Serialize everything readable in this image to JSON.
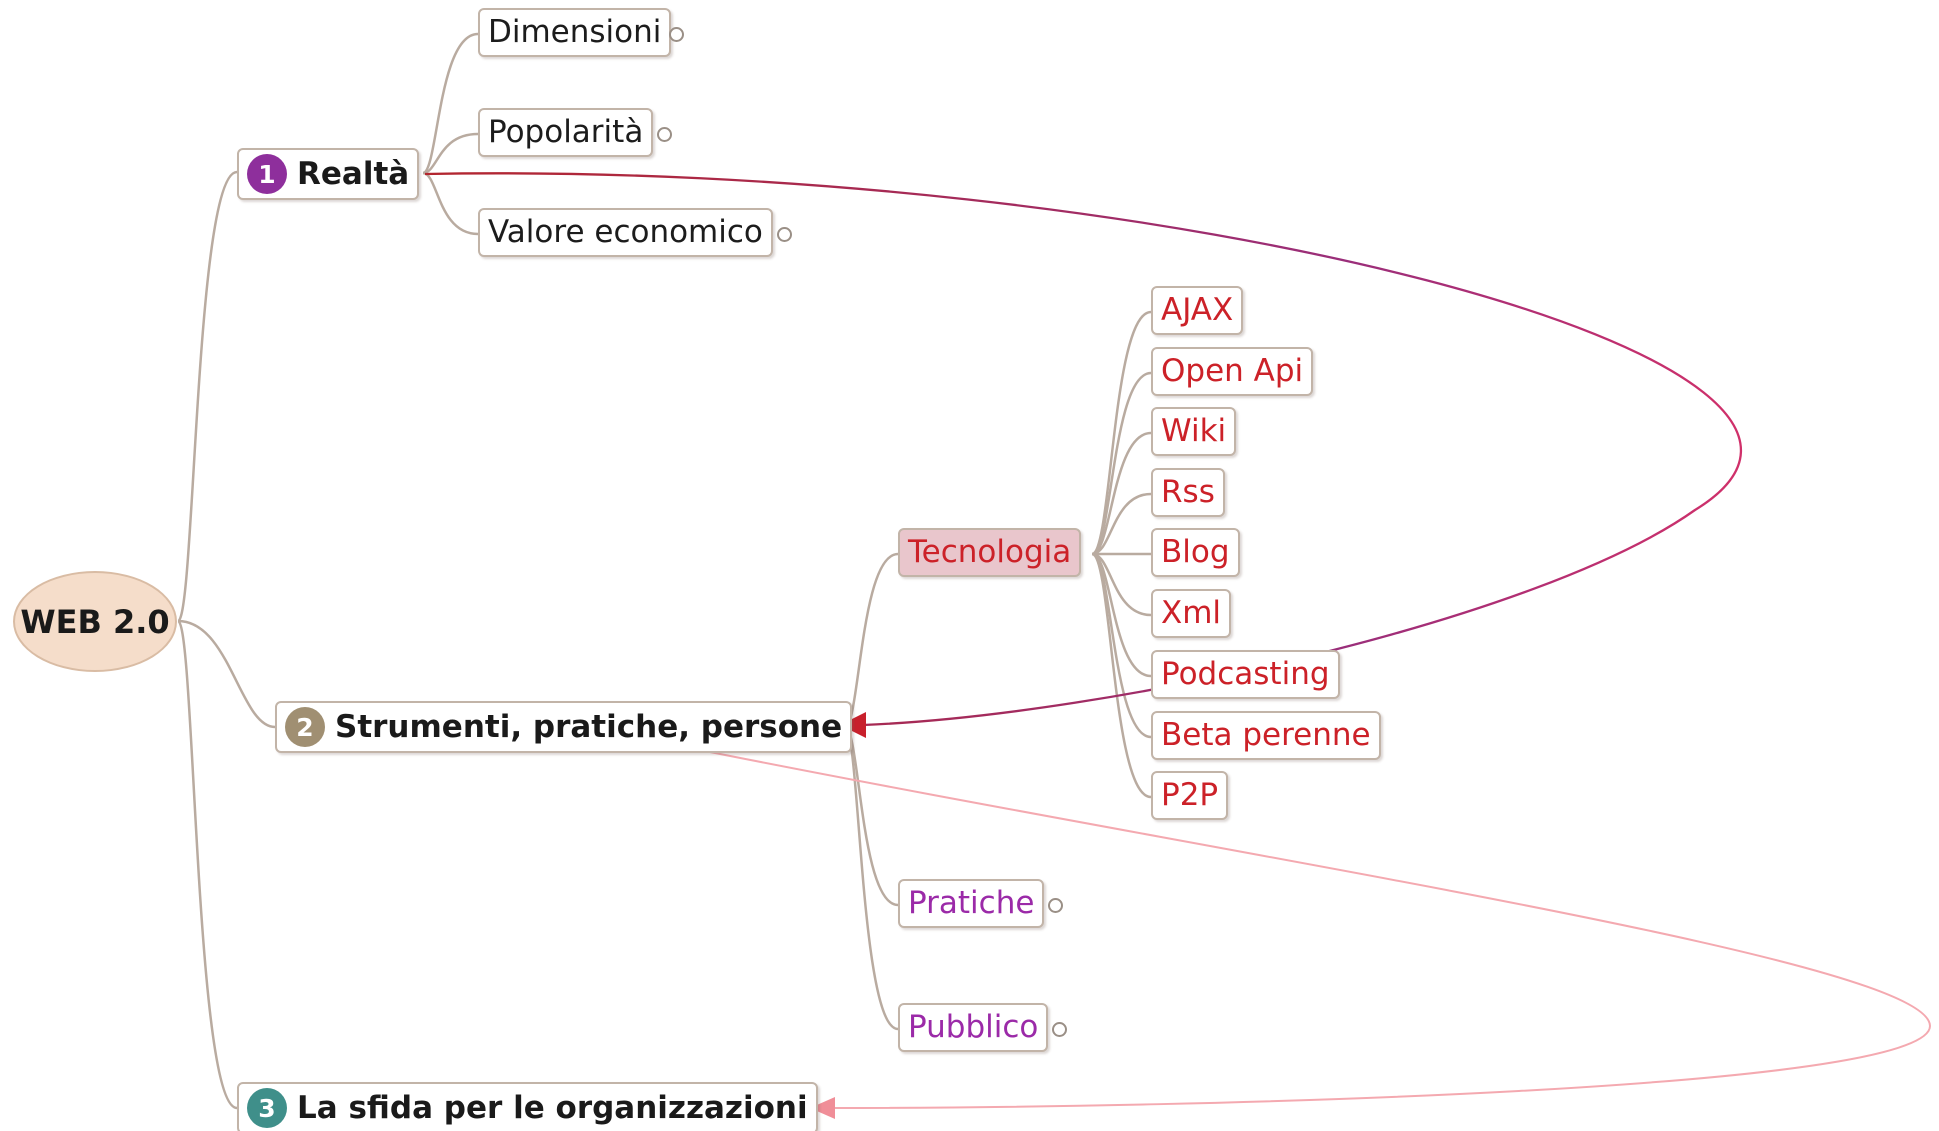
{
  "central": {
    "label": "WEB 2.0"
  },
  "topics": {
    "realta": {
      "number": "1",
      "label": "Realtà",
      "badge_color": "#8e2f9c"
    },
    "strumenti": {
      "number": "2",
      "label": "Strumenti, pratiche, persone",
      "badge_color": "#a08f72"
    },
    "sfida": {
      "number": "3",
      "label": "La sfida per le organizzazioni",
      "badge_color": "#3f8f8a"
    }
  },
  "realta_children": [
    "Dimensioni",
    "Popolarità",
    "Valore economico"
  ],
  "strumenti_children": {
    "tecnologia": "Tecnologia",
    "pratiche": "Pratiche",
    "pubblico": "Pubblico"
  },
  "tecnologia_children": [
    "AJAX",
    "Open Api",
    "Wiki",
    "Rss",
    "Blog",
    "Xml",
    "Podcasting",
    "Beta perenne",
    "P2P"
  ],
  "colors": {
    "branch_line": "#b9aba0",
    "relationship_red": "#c8202c",
    "relationship_pink": "#f4a9b0",
    "tecnologia_fill": "#e9c6cc",
    "central_fill": "#f5ddca"
  }
}
